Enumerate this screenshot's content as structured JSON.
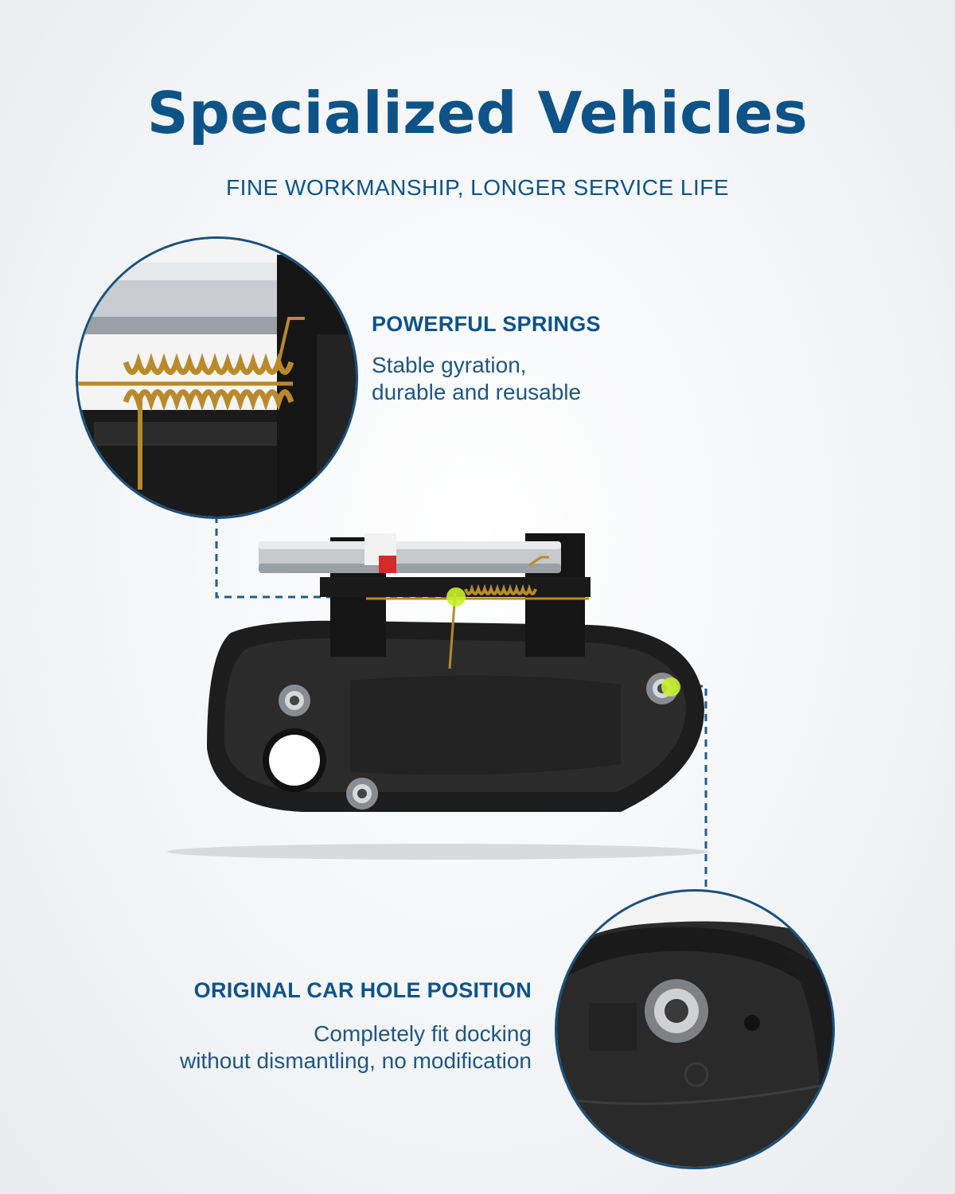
{
  "header": {
    "title": "Specialized Vehicles",
    "subtitle": "FINE WORKMANSHIP, LONGER SERVICE LIFE"
  },
  "features": {
    "springs": {
      "title": "POWERFUL SPRINGS",
      "description": "Stable gyration,\ndurable and reusable"
    },
    "hole": {
      "title": "ORIGINAL CAR HOLE POSITION",
      "description": "Completely fit docking\nwithout dismantling, no modification"
    }
  },
  "colors": {
    "accent": "#0d5388",
    "leader_line": "#1f5c8c",
    "highlight_dot": "#c8f02a"
  },
  "icons": {
    "product": "car-door-handle-image",
    "springs_zoom": "spring-closeup-image",
    "hole_zoom": "mounting-hole-closeup-image"
  }
}
